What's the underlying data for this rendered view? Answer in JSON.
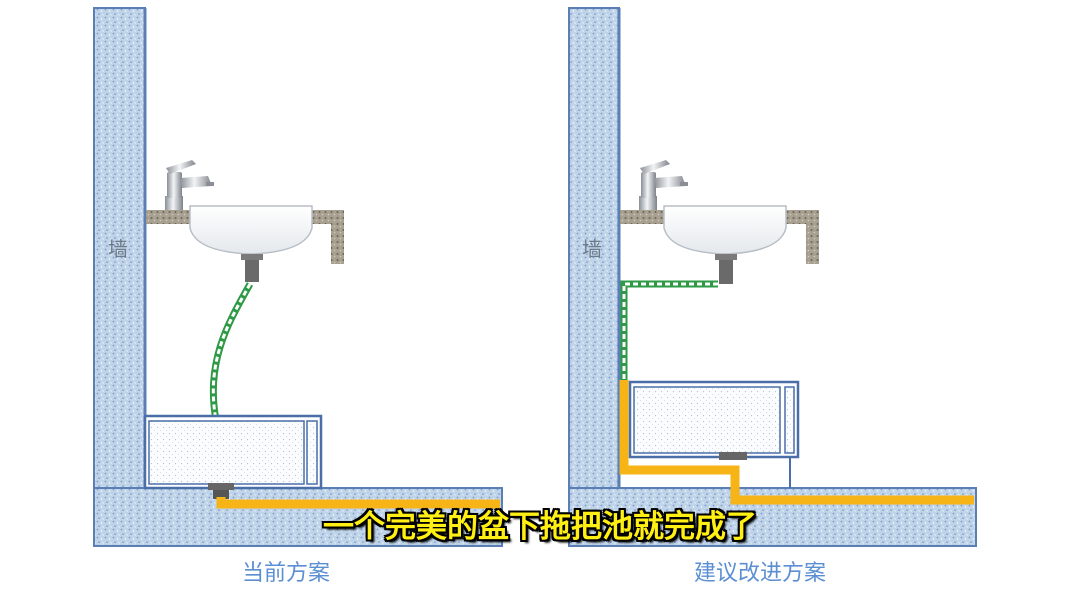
{
  "wall_label": "墙",
  "captions": {
    "current": "当前方案",
    "improved": "建议改进方案"
  },
  "subtitle": "一个完美的盆下拖把池就完成了",
  "colors": {
    "wall_fill": "#b9cfe6",
    "wall_border": "#5b7fb5",
    "drain_pipe": "#f6b417",
    "water_line": "#2e9a45",
    "counter": "#9b9382",
    "caption_text": "#5b8fd1",
    "subtitle_text": "#ffef12"
  }
}
